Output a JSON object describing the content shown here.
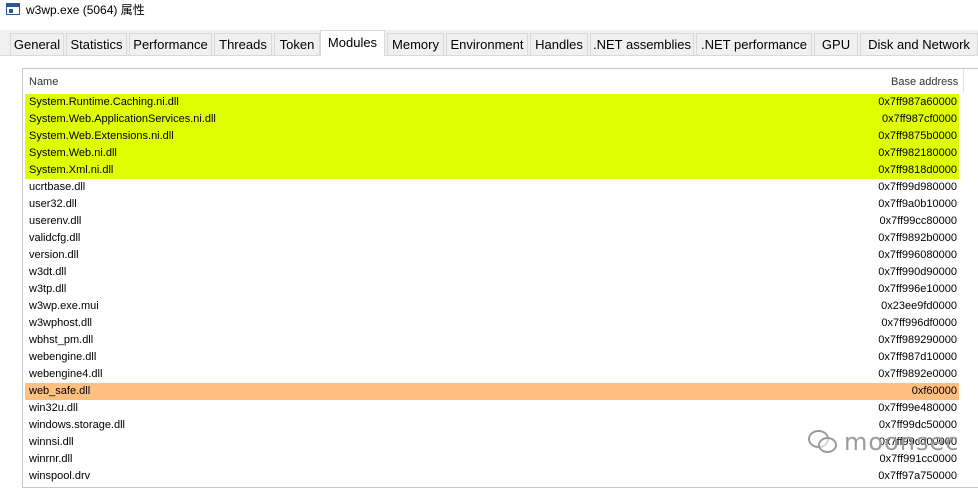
{
  "window": {
    "title": "w3wp.exe (5064) 属性"
  },
  "tabs": [
    {
      "label": "General",
      "active": false
    },
    {
      "label": "Statistics",
      "active": false
    },
    {
      "label": "Performance",
      "active": false
    },
    {
      "label": "Threads",
      "active": false
    },
    {
      "label": "Token",
      "active": false
    },
    {
      "label": "Modules",
      "active": true
    },
    {
      "label": "Memory",
      "active": false
    },
    {
      "label": "Environment",
      "active": false
    },
    {
      "label": "Handles",
      "active": false
    },
    {
      "label": ".NET assemblies",
      "active": false
    },
    {
      "label": ".NET performance",
      "active": false
    },
    {
      "label": "GPU",
      "active": false
    },
    {
      "label": "Disk and Network",
      "active": false
    }
  ],
  "modules": {
    "columns": {
      "name": "Name",
      "base": "Base address"
    },
    "highlight_colors": {
      "yellow": "#dfff00",
      "orange": "#ffbf80"
    },
    "rows": [
      {
        "name": "System.Runtime.Caching.ni.dll",
        "base": "0x7ff987a60000",
        "highlight": "yellow"
      },
      {
        "name": "System.Web.ApplicationServices.ni.dll",
        "base": "0x7ff987cf0000",
        "highlight": "yellow"
      },
      {
        "name": "System.Web.Extensions.ni.dll",
        "base": "0x7ff9875b0000",
        "highlight": "yellow"
      },
      {
        "name": "System.Web.ni.dll",
        "base": "0x7ff982180000",
        "highlight": "yellow"
      },
      {
        "name": "System.Xml.ni.dll",
        "base": "0x7ff9818d0000",
        "highlight": "yellow"
      },
      {
        "name": "ucrtbase.dll",
        "base": "0x7ff99d980000",
        "highlight": ""
      },
      {
        "name": "user32.dll",
        "base": "0x7ff9a0b10000",
        "highlight": ""
      },
      {
        "name": "userenv.dll",
        "base": "0x7ff99cc80000",
        "highlight": ""
      },
      {
        "name": "validcfg.dll",
        "base": "0x7ff9892b0000",
        "highlight": ""
      },
      {
        "name": "version.dll",
        "base": "0x7ff996080000",
        "highlight": ""
      },
      {
        "name": "w3dt.dll",
        "base": "0x7ff990d90000",
        "highlight": ""
      },
      {
        "name": "w3tp.dll",
        "base": "0x7ff996e10000",
        "highlight": ""
      },
      {
        "name": "w3wp.exe.mui",
        "base": "0x23ee9fd0000",
        "highlight": ""
      },
      {
        "name": "w3wphost.dll",
        "base": "0x7ff996df0000",
        "highlight": ""
      },
      {
        "name": "wbhst_pm.dll",
        "base": "0x7ff989290000",
        "highlight": ""
      },
      {
        "name": "webengine.dll",
        "base": "0x7ff987d10000",
        "highlight": ""
      },
      {
        "name": "webengine4.dll",
        "base": "0x7ff9892e0000",
        "highlight": ""
      },
      {
        "name": "web_safe.dll",
        "base": "0xf60000",
        "highlight": "orange"
      },
      {
        "name": "win32u.dll",
        "base": "0x7ff99e480000",
        "highlight": ""
      },
      {
        "name": "windows.storage.dll",
        "base": "0x7ff99dc50000",
        "highlight": ""
      },
      {
        "name": "winnsi.dll",
        "base": "0x7ff99cd00000",
        "highlight": ""
      },
      {
        "name": "winrnr.dll",
        "base": "0x7ff991cc0000",
        "highlight": ""
      },
      {
        "name": "winspool.drv",
        "base": "0x7ff97a750000",
        "highlight": ""
      }
    ]
  },
  "watermark": {
    "icon": "wechat-icon",
    "text": "moonsec"
  }
}
